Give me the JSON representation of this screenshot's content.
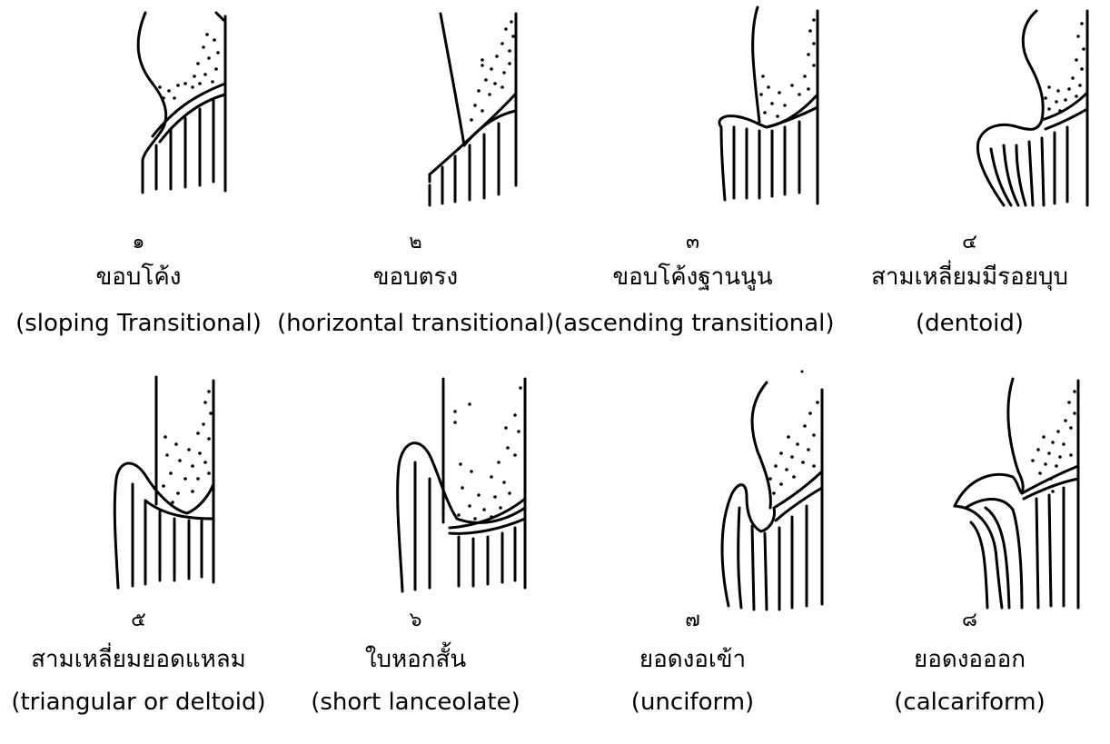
{
  "figures": [
    {
      "number": "๑",
      "thai": "ขอบโค้ง",
      "english": "(sloping Transitional)",
      "icon": "sloping-transitional-icon"
    },
    {
      "number": "๒",
      "thai": "ขอบตรง",
      "english": "(horizontal transitional)",
      "icon": "horizontal-transitional-icon"
    },
    {
      "number": "๓",
      "thai": "ขอบโค้งฐานนูน",
      "english": "(ascending transitional)",
      "icon": "ascending-transitional-icon"
    },
    {
      "number": "๔",
      "thai": "สามเหลี่ยมมีรอยบุบ",
      "english": "(dentoid)",
      "icon": "dentoid-icon"
    },
    {
      "number": "๕",
      "thai": "สามเหลี่ยมยอดแหลม",
      "english": "(triangular or deltoid)",
      "icon": "triangular-deltoid-icon"
    },
    {
      "number": "๖",
      "thai": "ใบหอกสั้น",
      "english": "(short lanceolate)",
      "icon": "short-lanceolate-icon"
    },
    {
      "number": "๗",
      "thai": "ยอดงอเข้า",
      "english": "(unciform)",
      "icon": "unciform-icon"
    },
    {
      "number": "๘",
      "thai": "ยอดงอออก",
      "english": "(calcariform)",
      "icon": "calcariform-icon"
    }
  ]
}
